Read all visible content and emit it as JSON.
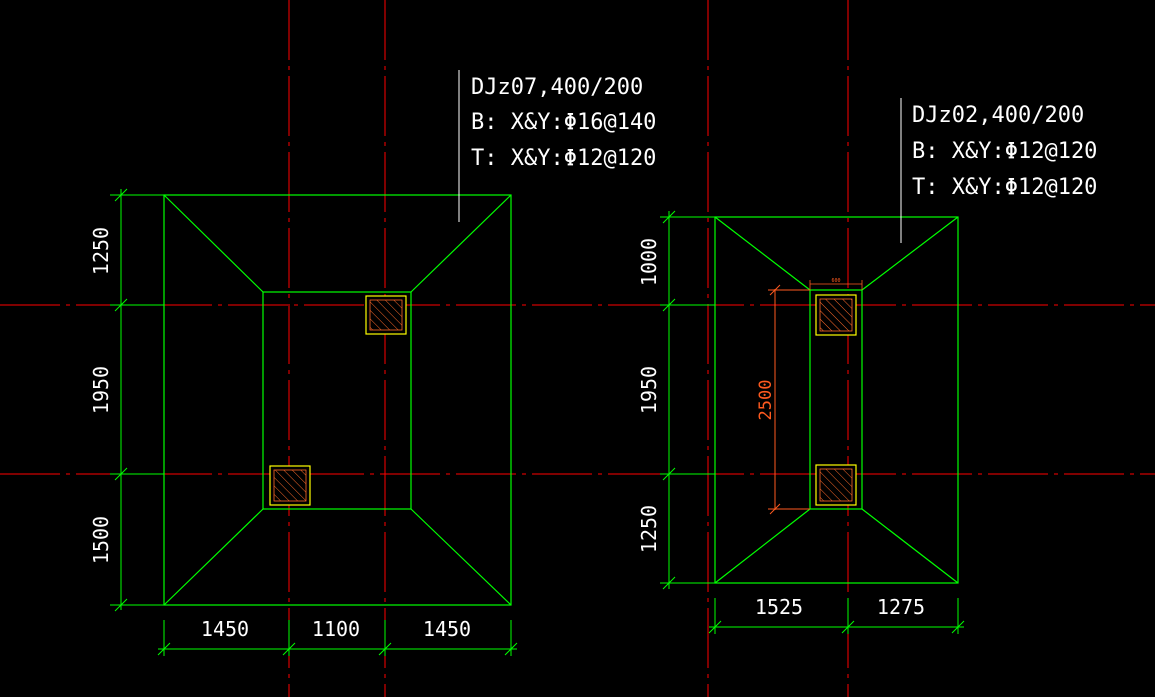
{
  "colors": {
    "background": "#000000",
    "axis": "#ff0000",
    "outline": "#00ff00",
    "column": "#ffff00",
    "column_hatch": "#ff6a2a",
    "text": "#ffffff",
    "dimension_text_alt": "#ff5a1f"
  },
  "footing_left": {
    "label": {
      "line1": "DJz07,400/200",
      "line2": "B: X&Y:Φ16@140",
      "line3": "T: X&Y:Φ12@120"
    },
    "dims_vertical": [
      "1250",
      "1950",
      "1500"
    ],
    "dims_horizontal": [
      "1450",
      "1100",
      "1450"
    ]
  },
  "footing_right": {
    "label": {
      "line1": "DJz02,400/200",
      "line2": "B: X&Y:Φ12@120",
      "line3": "T: X&Y:Φ12@120"
    },
    "dims_vertical": [
      "1000",
      "1950",
      "1250"
    ],
    "dims_horizontal": [
      "1525",
      "1275"
    ],
    "inner_dim": "2500",
    "tiny_dim": "600"
  }
}
